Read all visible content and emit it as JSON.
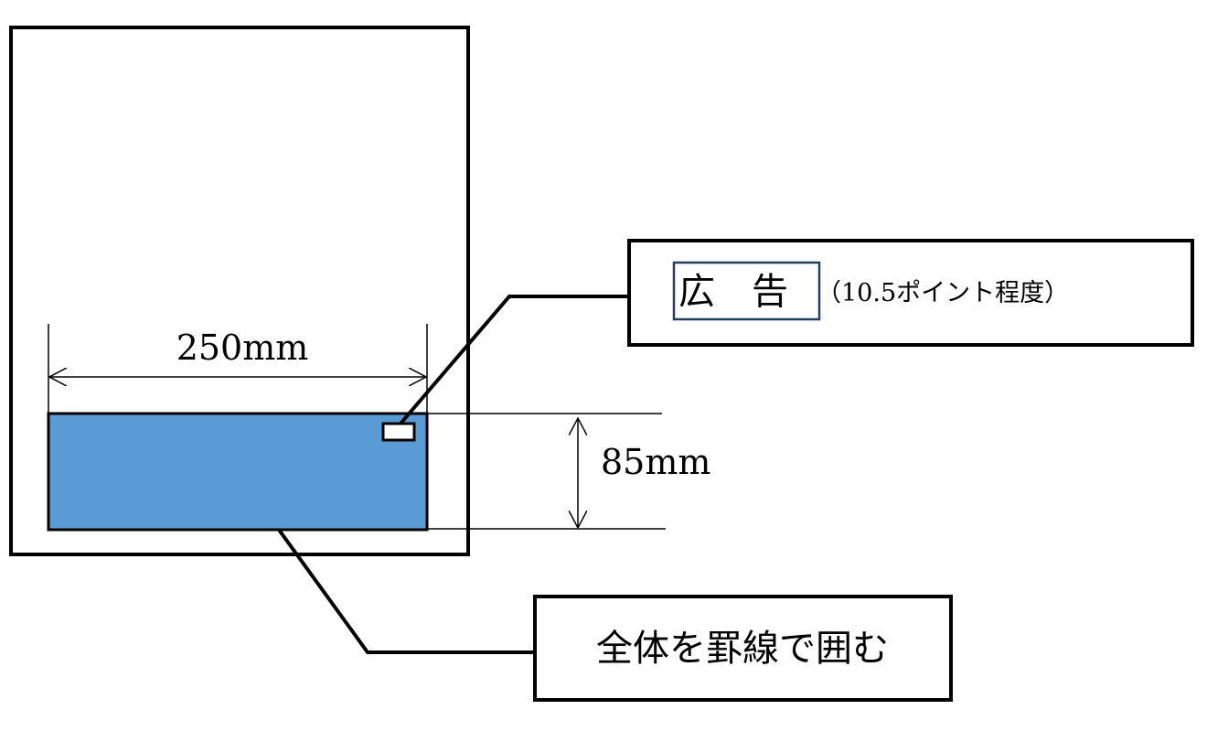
{
  "width_label": "250mm",
  "height_label": "85mm",
  "ad_callout": {
    "label": "広　告",
    "note": "（10.5ポイント程度）"
  },
  "border_callout": {
    "label": "全体を罫線で囲む"
  },
  "colors": {
    "ad_area": "#5b9bd5",
    "label_box": "#243f60",
    "line": "#000000"
  }
}
